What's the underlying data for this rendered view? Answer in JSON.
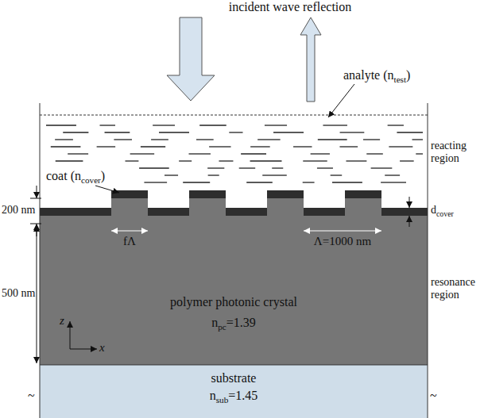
{
  "diagram": {
    "nodes": [
      {
        "text": [
          "polymer photonic crystal",
          "npc=1.39"
        ]
      },
      {
        "text": [
          "substrate",
          "nsub=1.45"
        ]
      }
    ],
    "labels": [
      "incident wave reflection",
      "analyte (ntest)",
      "reacting region",
      "coat (ncover)",
      "200 nm",
      "dcover",
      "fΛ",
      "Λ=1000 nm",
      "500 nm",
      "resonance region",
      "z",
      "x",
      "~",
      "~"
    ]
  }
}
